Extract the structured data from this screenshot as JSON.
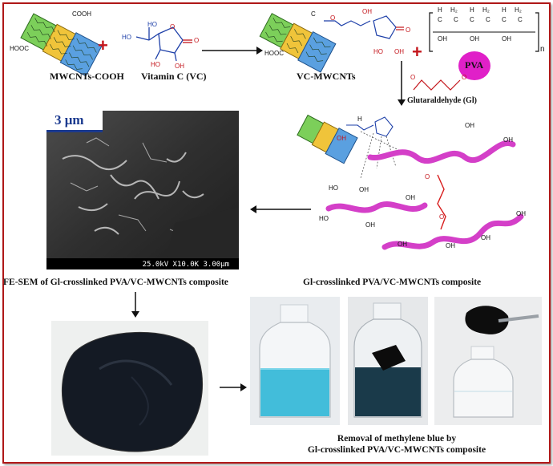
{
  "labels": {
    "mwcnt_cooh": "MWCNTs-COOH",
    "vitamin_c": "Vitamin C (VC)",
    "vc_mwcnts": "VC-MWCNTs",
    "glutaraldehyde": "Glutaraldehyde (Gl)",
    "pva": "PVA",
    "scale_bar": "3 μm",
    "sem_info": "25.0kV X10.0K 3.00μm",
    "fesem_caption": "FE-SEM of Gl-crosslinked PVA/VC-MWCNTs composite",
    "composite_caption": "Gl-crosslinked PVA/VC-MWCNTs composite",
    "removal_line1": "Removal of methylene blue by",
    "removal_line2": "Gl-crosslinked PVA/VC-MWCNTs composite"
  },
  "chem": {
    "cooh": "COOH",
    "hooc": "HOOC",
    "oh": "OH",
    "ho": "HO",
    "o": "O",
    "c": "C",
    "h": "H",
    "h2": "H₂",
    "n": "n",
    "plus": "+"
  },
  "colors": {
    "frame": "#b01818",
    "pva_circle": "#e020c8",
    "ribbon": "#d43fc8",
    "crosslink": "#d81c1c",
    "accent_blue": "#1b3a8f",
    "methylene_blue": "#2fb7d6"
  }
}
